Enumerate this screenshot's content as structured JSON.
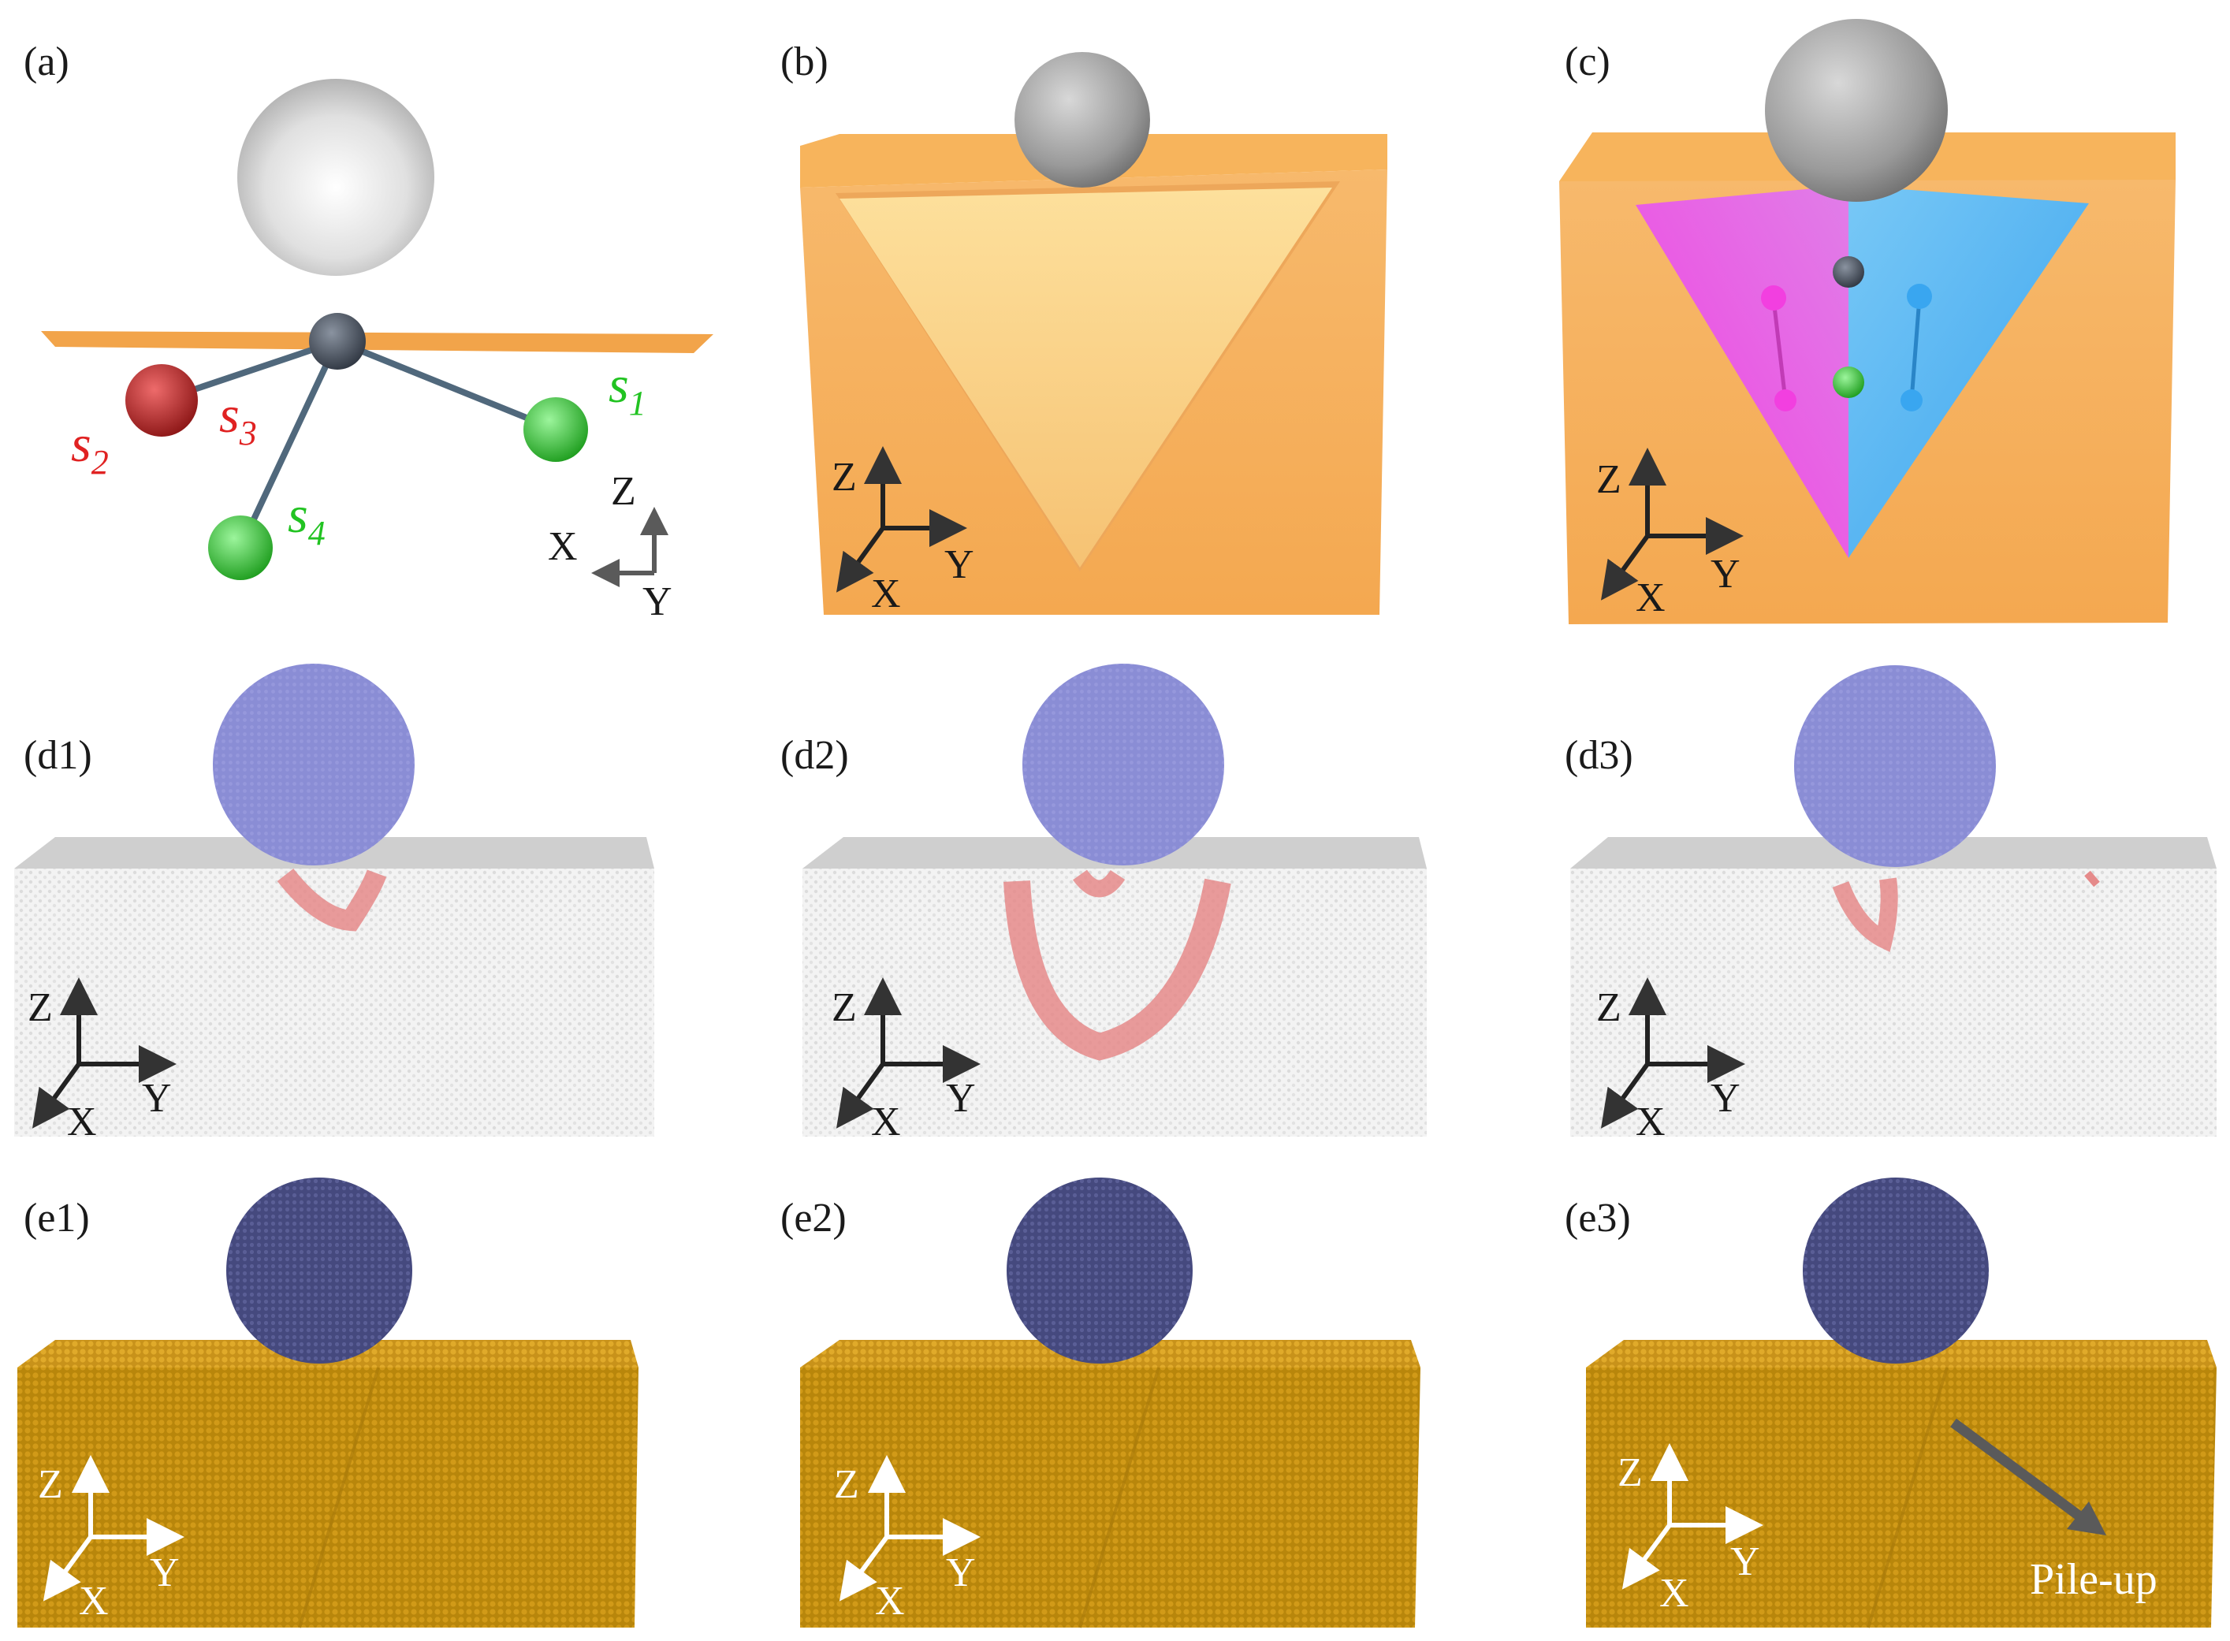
{
  "panels": {
    "a": {
      "label": "(a)",
      "sites": {
        "s1": "s",
        "s1_sub": "1",
        "s2": "s",
        "s2_sub": "2",
        "s3": "s",
        "s3_sub": "3",
        "s4": "s",
        "s4_sub": "4"
      },
      "axes": {
        "z": "Z",
        "x": "X",
        "y": "Y"
      }
    },
    "b": {
      "label": "(b)",
      "axes": {
        "z": "Z",
        "x": "X",
        "y": "Y"
      }
    },
    "c": {
      "label": "(c)",
      "axes": {
        "z": "Z",
        "x": "X",
        "y": "Y"
      }
    },
    "d1": {
      "label": "(d1)",
      "axes": {
        "z": "Z",
        "x": "X",
        "y": "Y"
      }
    },
    "d2": {
      "label": "(d2)",
      "axes": {
        "z": "Z",
        "x": "X",
        "y": "Y"
      }
    },
    "d3": {
      "label": "(d3)",
      "axes": {
        "z": "Z",
        "x": "X",
        "y": "Y"
      }
    },
    "e1": {
      "label": "(e1)",
      "axes": {
        "z": "Z",
        "x": "X",
        "y": "Y"
      }
    },
    "e2": {
      "label": "(e2)",
      "axes": {
        "z": "Z",
        "x": "X",
        "y": "Y"
      }
    },
    "e3": {
      "label": "(e3)",
      "axes": {
        "z": "Z",
        "x": "X",
        "y": "Y"
      },
      "annotation": "Pile-up"
    }
  },
  "colors": {
    "substrate_orange": "#f5b061",
    "triangle_light": "#fbd387",
    "magenta": "#f14fe4",
    "blue": "#4ab0f2",
    "indenter_grey": "#b5b5b5",
    "indenter_purple": "#8c8fd8",
    "dark_purple": "#4b4f86",
    "atoms_gold": "#b8860b",
    "dislocation_red": "#e58a8a",
    "site_red": "#c02828",
    "site_green": "#28c428"
  }
}
